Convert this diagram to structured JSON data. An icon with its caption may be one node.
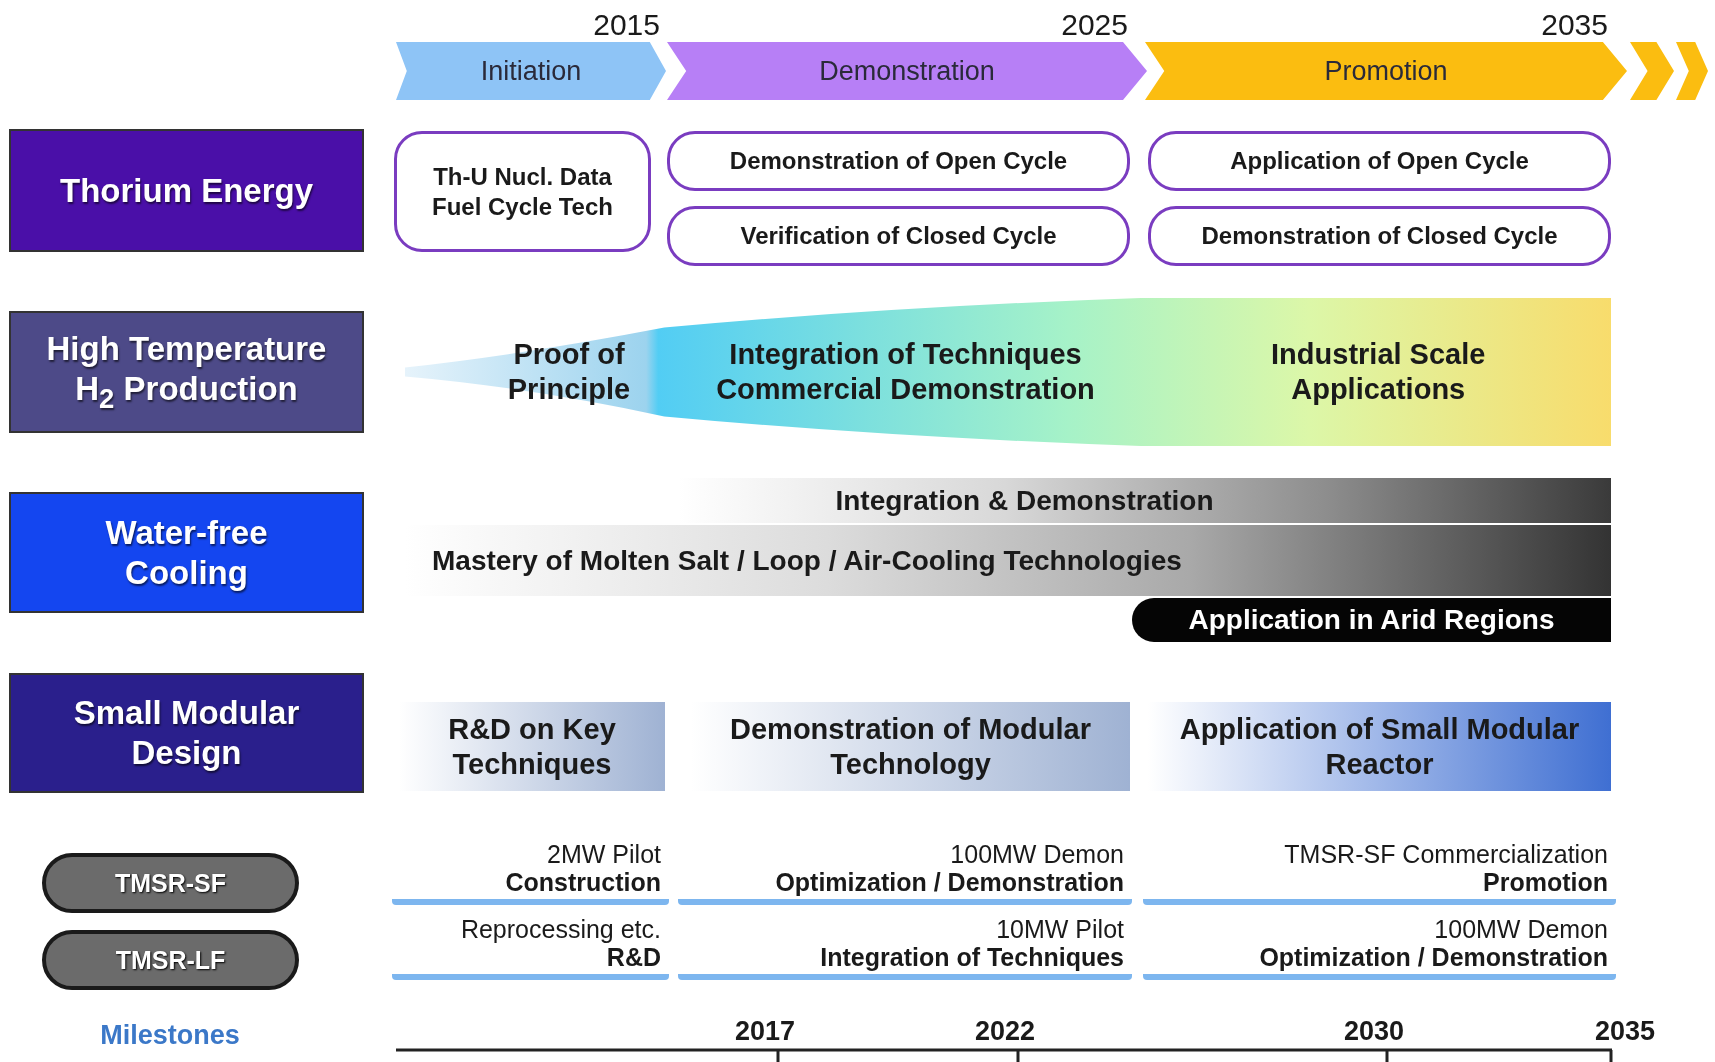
{
  "diagram": {
    "nodes": [
      {
        "text": [
          "Initiation"
        ]
      },
      {
        "text": [
          "Demonstration"
        ]
      },
      {
        "text": [
          "Promotion"
        ]
      },
      {
        "text": [],
        "shape": "chevron"
      },
      {
        "text": [],
        "shape": "chevron"
      },
      {
        "text": [
          "Thorium Energy"
        ]
      },
      {
        "text": [
          "Th-U Nucl. Data Fuel Cycle Tech"
        ]
      },
      {
        "text": [
          "Demonstration of Open Cycle"
        ]
      },
      {
        "text": [
          "Verification of Closed Cycle"
        ]
      },
      {
        "text": [
          "Application of Open Cycle"
        ]
      },
      {
        "text": [
          "Demonstration of Closed Cycle"
        ]
      },
      {
        "text": [
          "High Temperature H$_{2}$ Production"
        ]
      },
      {
        "text": [
          "Proof of Principle",
          "Integration of Techniques Commercial Demonstration",
          "Industrial Scale Applications"
        ]
      },
      {
        "text": [
          "Water-free Cooling"
        ]
      },
      {
        "text": [
          "Integration & Demonstration"
        ]
      },
      {
        "text": [
          "Mastery of Molten Salt / Loop / Air-Cooling Technologies"
        ]
      },
      {
        "text": [
          "Application in Arid Regions"
        ]
      },
      {
        "text": [
          "Small Modular Design"
        ]
      },
      {
        "text": [
          "R&D on Key Techniques"
        ]
      },
      {
        "text": [
          "Demonstration of Modular Technology"
        ]
      },
      {
        "text": [
          "Application of Small Modular Reactor"
        ]
      },
      {
        "text": [
          "TMSR-SF"
        ]
      },
      {
        "text": [
          "TMSR-LF"
        ]
      },
      {
        "text": [
          "2MW Pilot",
          "Construction"
        ]
      },
      {
        "text": [
          "100MW Demon",
          "Optimization / Demonstration"
        ]
      },
      {
        "text": [
          "TMSR-SF Commercialization",
          "Promotion"
        ]
      },
      {
        "text": [
          "Reprocessing etc.",
          "R&D"
        ]
      },
      {
        "text": [
          "10MW Pilot",
          "Integration of Techniques"
        ]
      },
      {
        "text": [
          "100MW Demon",
          "Optimization / Demonstration"
        ]
      }
    ],
    "labels": [
      "2015",
      "2025",
      "2035",
      "Milestones",
      "2017",
      "2022",
      "2030",
      "2035"
    ]
  }
}
